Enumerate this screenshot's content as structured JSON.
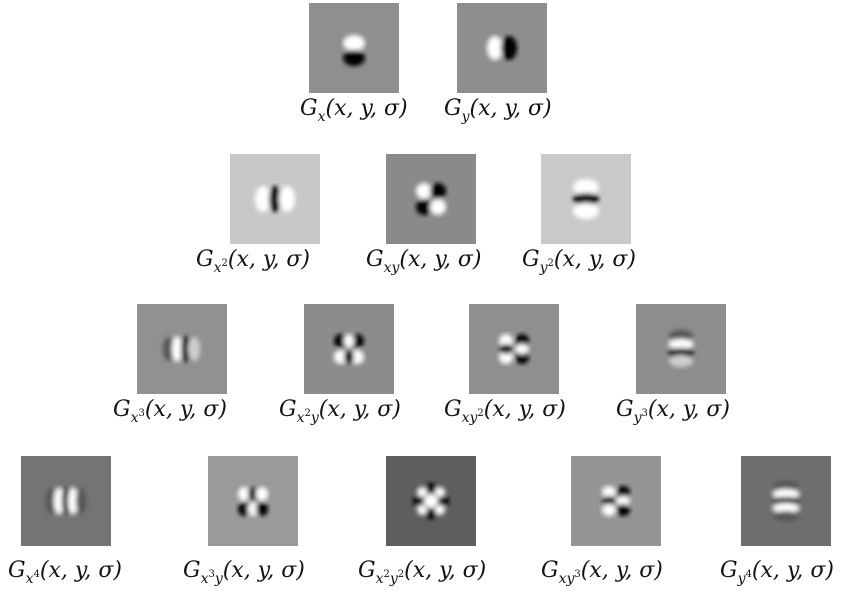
{
  "rows": [
    [
      {
        "sub": "x",
        "subsup": "",
        "sub2": "",
        "sub2sup": "",
        "args": "(x, y, σ)",
        "bg": "#8f8f8f"
      },
      {
        "sub": "y",
        "subsup": "",
        "sub2": "",
        "sub2sup": "",
        "args": "(x, y, σ)",
        "bg": "#8e8e8e"
      }
    ],
    [
      {
        "sub": "x",
        "subsup": "2",
        "sub2": "",
        "sub2sup": "",
        "args": "(x, y, σ)",
        "bg": "#c8c8c8"
      },
      {
        "sub": "xy",
        "subsup": "",
        "sub2": "",
        "sub2sup": "",
        "args": "(x, y, σ)",
        "bg": "#8a8a8a"
      },
      {
        "sub": "y",
        "subsup": "2",
        "sub2": "",
        "sub2sup": "",
        "args": "(x, y, σ)",
        "bg": "#c9c9c9"
      }
    ],
    [
      {
        "sub": "x",
        "subsup": "3",
        "sub2": "",
        "sub2sup": "",
        "args": "(x, y, σ)",
        "bg": "#919191"
      },
      {
        "sub": "x",
        "subsup": "2",
        "sub2": "y",
        "sub2sup": "",
        "args": "(x, y, σ)",
        "bg": "#8c8c8c"
      },
      {
        "sub": "xy",
        "subsup": "2",
        "sub2": "",
        "sub2sup": "",
        "args": "(x, y, σ)",
        "bg": "#8f8f8f"
      },
      {
        "sub": "y",
        "subsup": "3",
        "sub2": "",
        "sub2sup": "",
        "args": "(x, y, σ)",
        "bg": "#8d8d8d"
      }
    ],
    [
      {
        "sub": "x",
        "subsup": "4",
        "sub2": "",
        "sub2sup": "",
        "args": "(x, y, σ)",
        "bg": "#747474"
      },
      {
        "sub": "x",
        "subsup": "3",
        "sub2": "y",
        "sub2sup": "",
        "args": "(x, y, σ)",
        "bg": "#9a9a9a"
      },
      {
        "sub": "x",
        "subsup": "2",
        "sub2": "y",
        "sub2sup": "2",
        "args": "(x, y, σ)",
        "bg": "#5e5e5e"
      },
      {
        "sub": "xy",
        "subsup": "3",
        "sub2": "",
        "sub2sup": "",
        "args": "(x, y, σ)",
        "bg": "#959595"
      },
      {
        "sub": "y",
        "subsup": "4",
        "sub2": "",
        "sub2sup": "",
        "args": "(x, y, σ)",
        "bg": "#6e6e6e"
      }
    ]
  ]
}
